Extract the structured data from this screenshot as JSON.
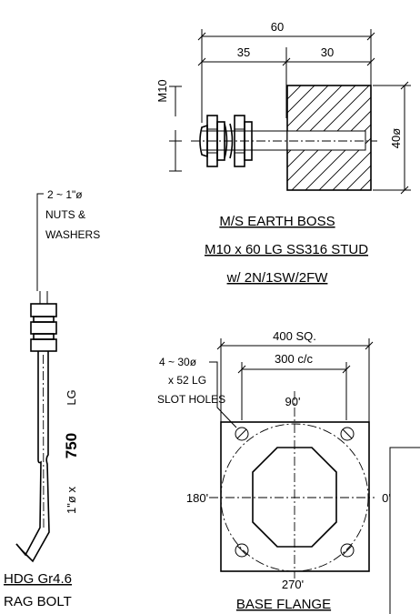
{
  "earth_boss": {
    "dim_overall": "60",
    "dim_left": "35",
    "dim_right": "30",
    "dim_thread": "M10",
    "dim_dia": "40ø",
    "title_1": "M/S EARTH BOSS",
    "title_2": "M10 x 60 LG SS316 STUD",
    "title_3": "w/ 2N/1SW/2FW"
  },
  "rag_bolt": {
    "note_1": "2 ~ 1\"ø",
    "note_2": "NUTS &",
    "note_3": "WASHERS",
    "length_prefix": "1\"ø x",
    "length_value": "750",
    "length_suffix": "LG",
    "title_1": "HDG Gr4.6",
    "title_2": "RAG BOLT"
  },
  "base_flange": {
    "dim_outer": "400 SQ.",
    "dim_pcd": "300 c/c",
    "holes_1": "4 ~ 30ø",
    "holes_2": "x 52 LG",
    "holes_3": "SLOT HOLES",
    "angle_top": "90'",
    "angle_left": "180'",
    "angle_right": "0'",
    "angle_bottom": "270'",
    "title": "BASE FLANGE"
  }
}
